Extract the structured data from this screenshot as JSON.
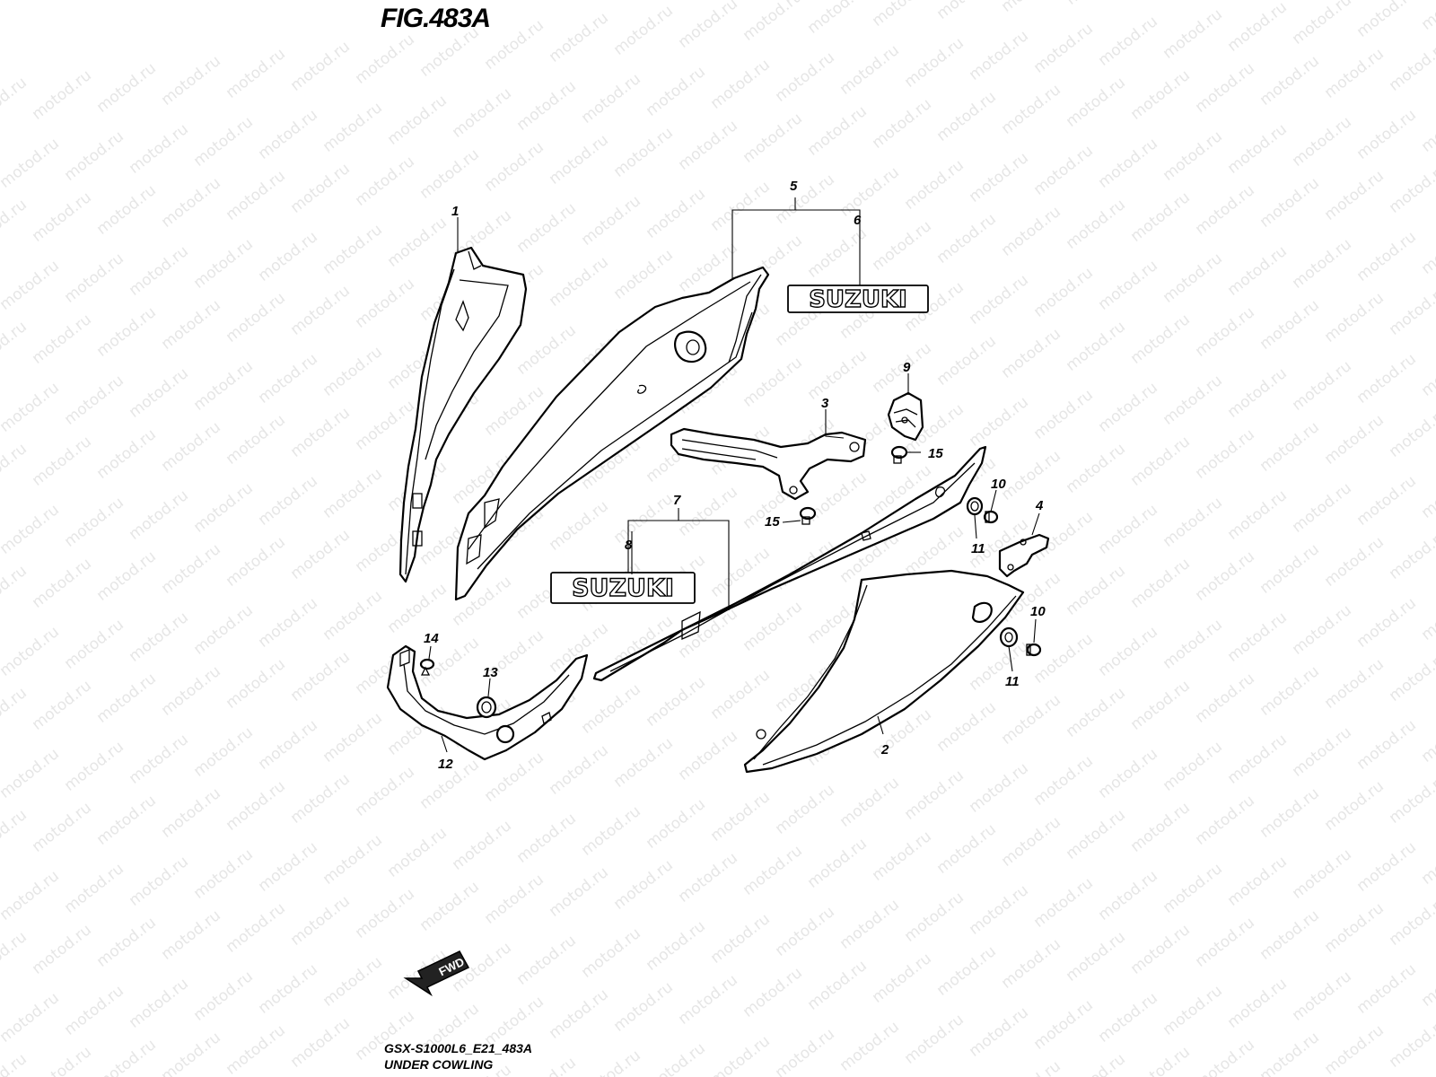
{
  "figure": {
    "title": "FIG.483A",
    "model_code": "GSX-S1000L6_E21_483A",
    "section_name": "UNDER COWLING"
  },
  "watermark": {
    "text": "motod.ru"
  },
  "direction_marker": {
    "label": "FWD"
  },
  "emblems": [
    {
      "id": "emblem-6",
      "text": "SUZUKI"
    },
    {
      "id": "emblem-8",
      "text": "SUZUKI"
    }
  ],
  "callouts": [
    {
      "id": "1",
      "label": "1"
    },
    {
      "id": "2",
      "label": "2"
    },
    {
      "id": "3",
      "label": "3"
    },
    {
      "id": "4",
      "label": "4"
    },
    {
      "id": "5",
      "label": "5"
    },
    {
      "id": "6",
      "label": "6"
    },
    {
      "id": "7",
      "label": "7"
    },
    {
      "id": "8",
      "label": "8"
    },
    {
      "id": "9",
      "label": "9"
    },
    {
      "id": "10a",
      "label": "10"
    },
    {
      "id": "10b",
      "label": "10"
    },
    {
      "id": "11a",
      "label": "11"
    },
    {
      "id": "11b",
      "label": "11"
    },
    {
      "id": "12",
      "label": "12"
    },
    {
      "id": "13",
      "label": "13"
    },
    {
      "id": "14",
      "label": "14"
    },
    {
      "id": "15a",
      "label": "15"
    },
    {
      "id": "15b",
      "label": "15"
    }
  ]
}
